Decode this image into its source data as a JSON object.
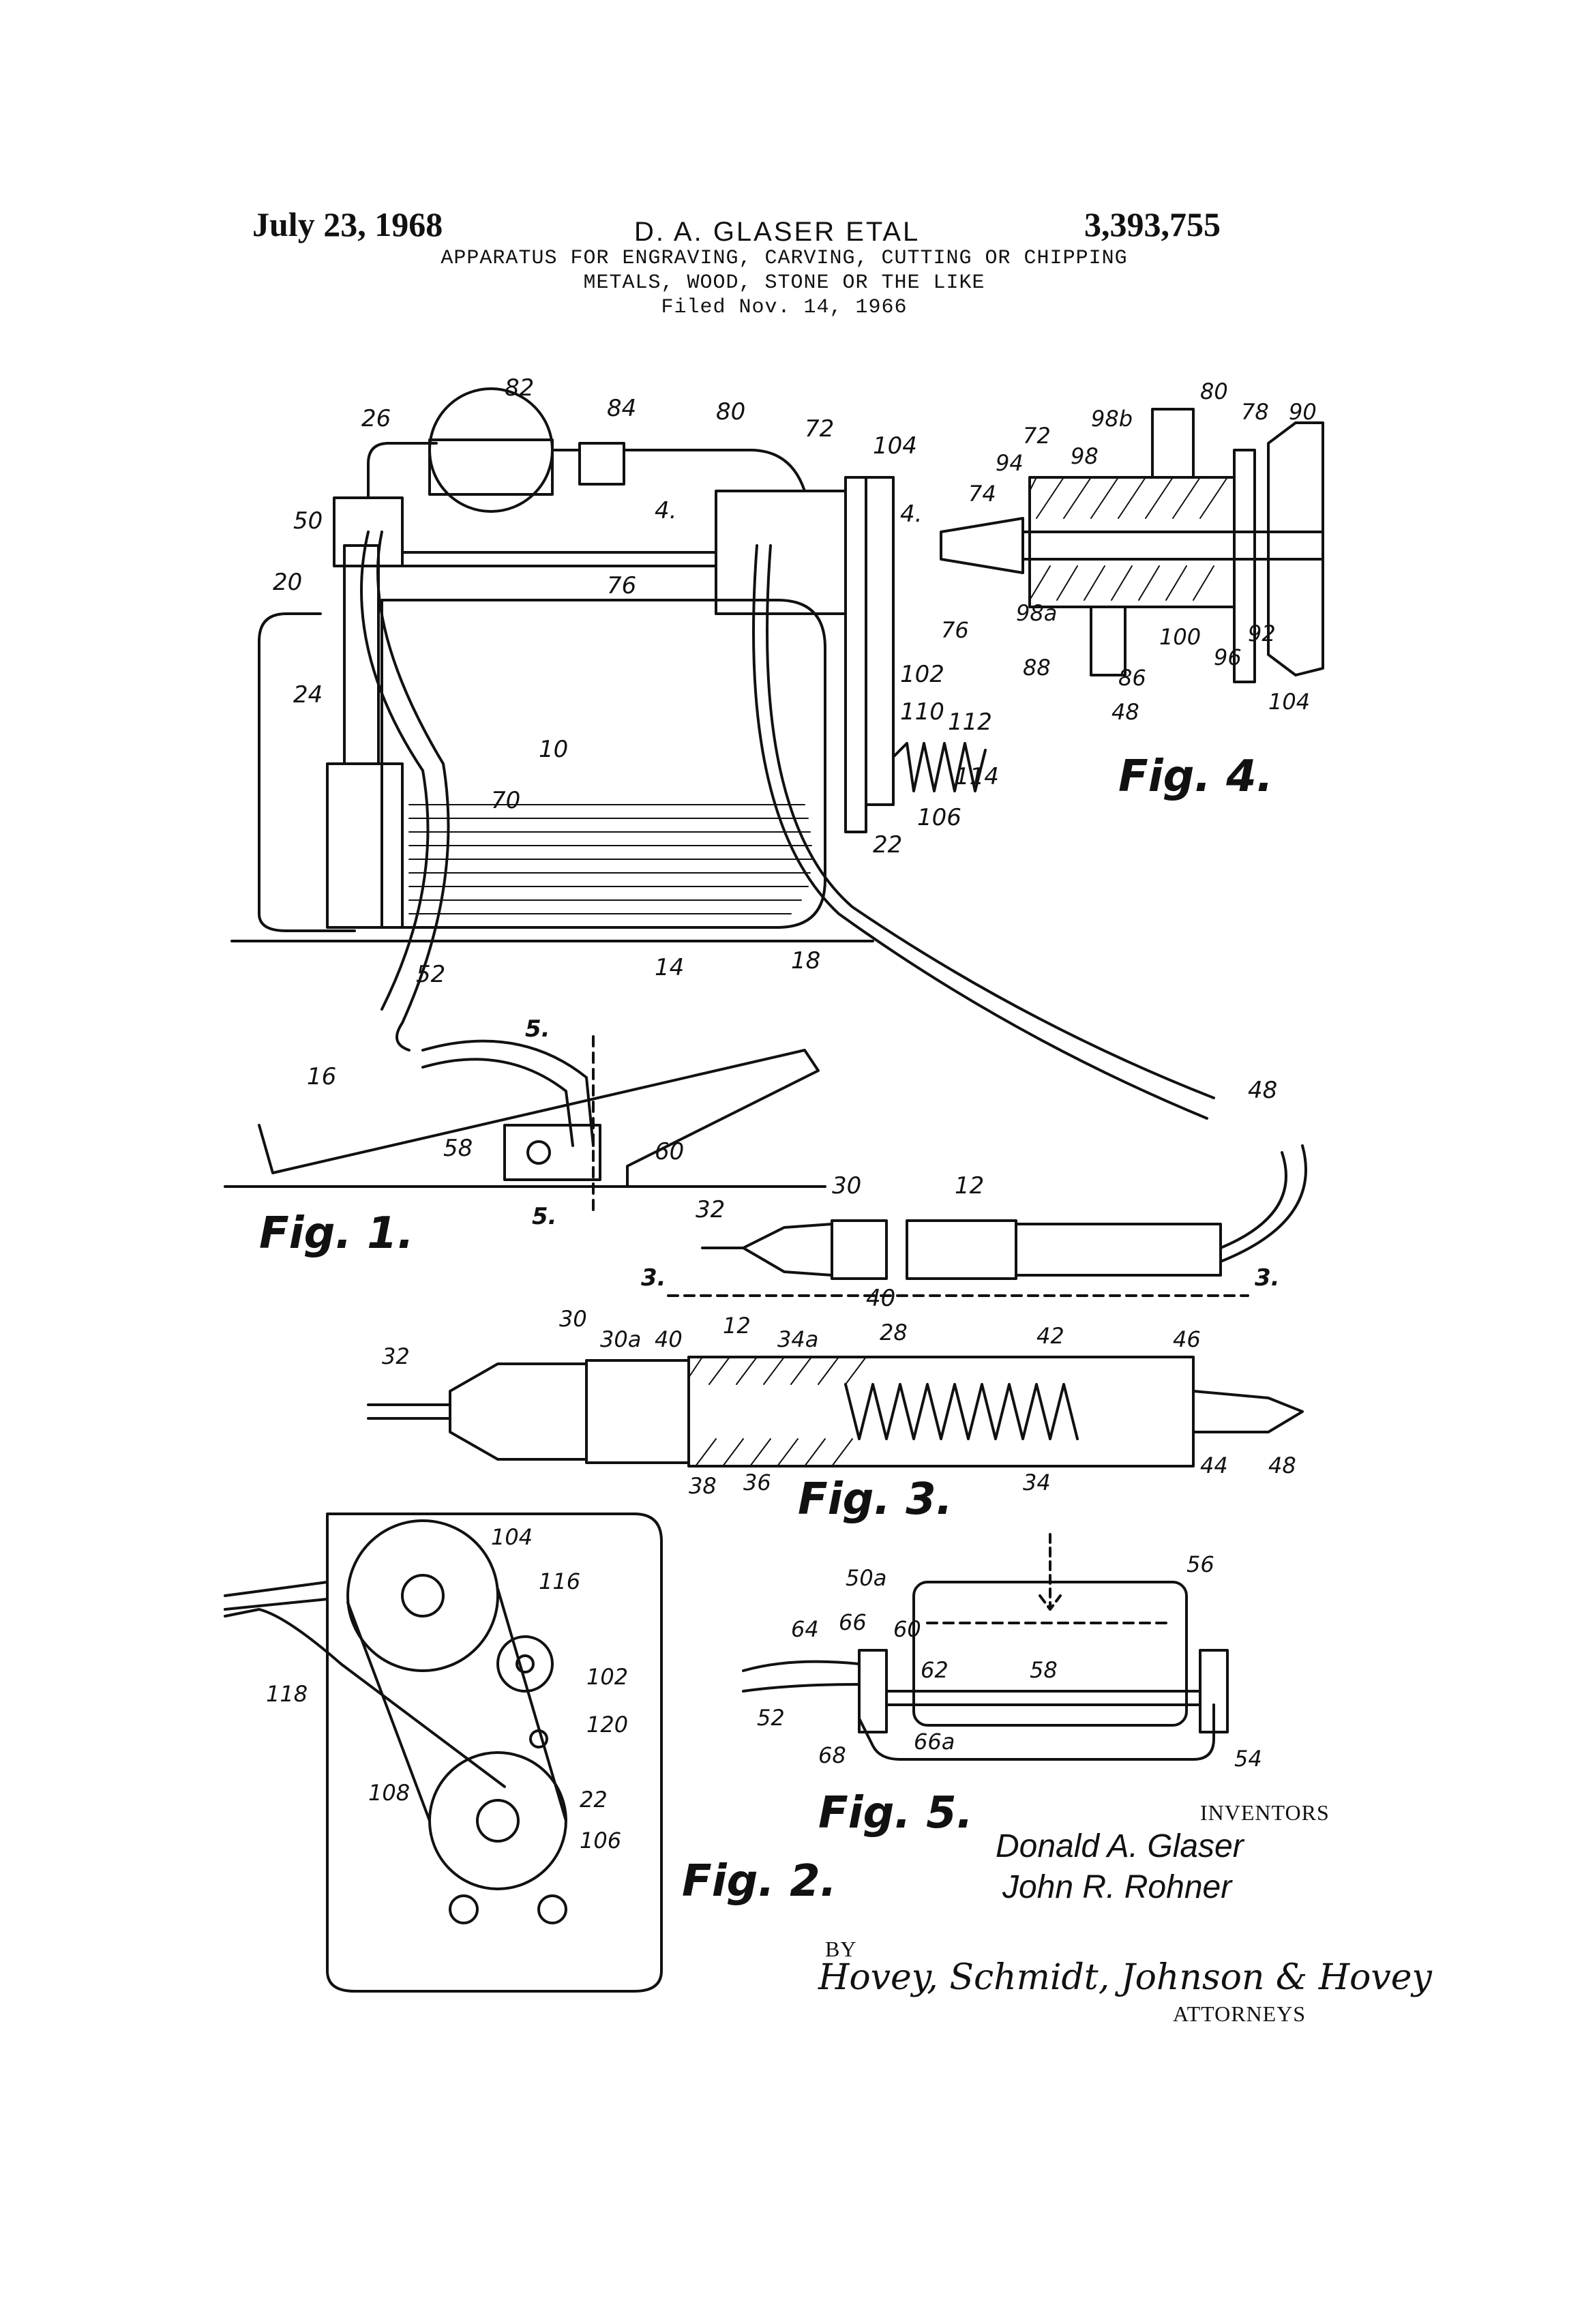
{
  "header": {
    "date": "July 23, 1968",
    "inventor": "D. A. GLASER ETAL",
    "patent_number": "3,393,755",
    "title_line1": "APPARATUS FOR ENGRAVING, CARVING, CUTTING OR CHIPPING",
    "title_line2": "METALS, WOOD, STONE OR THE LIKE",
    "filed": "Filed Nov. 14, 1966"
  },
  "figures": {
    "fig1": "Fig. 1.",
    "fig2": "Fig. 2.",
    "fig3": "Fig. 3.",
    "fig4": "Fig. 4.",
    "fig5": "Fig. 5."
  },
  "signature": {
    "inventors_label": "INVENTORS",
    "inventor1": "Donald A. Glaser",
    "inventor2": "John R. Rohner",
    "by": "BY",
    "attorneys_sign": "Hovey, Schmidt, Johnson & Hovey",
    "attorneys_label": "ATTORNEYS"
  },
  "reference_numerals": {
    "fig1": [
      "26",
      "82",
      "84",
      "80",
      "72",
      "104",
      "4.",
      "4.",
      "50",
      "76",
      "20",
      "24",
      "10",
      "70",
      "102",
      "110",
      "112",
      "114",
      "106",
      "22",
      "52",
      "14",
      "18",
      "16",
      "58",
      "60",
      "5.",
      "5.",
      "48",
      "30",
      "12",
      "32",
      "3.",
      "40",
      "3."
    ],
    "fig4": [
      "80",
      "78",
      "90",
      "98b",
      "72",
      "98",
      "94",
      "74",
      "76",
      "98a",
      "100",
      "96",
      "92",
      "88",
      "86",
      "48",
      "104"
    ],
    "fig3": [
      "30",
      "30a",
      "40",
      "12",
      "34a",
      "28",
      "42",
      "46",
      "32",
      "38",
      "36",
      "34",
      "44",
      "48"
    ],
    "fig2": [
      "104",
      "116",
      "118",
      "102",
      "120",
      "108",
      "22",
      "106"
    ],
    "fig5": [
      "56",
      "50a",
      "64",
      "66",
      "60",
      "62",
      "58",
      "52",
      "68",
      "66a",
      "54"
    ]
  }
}
